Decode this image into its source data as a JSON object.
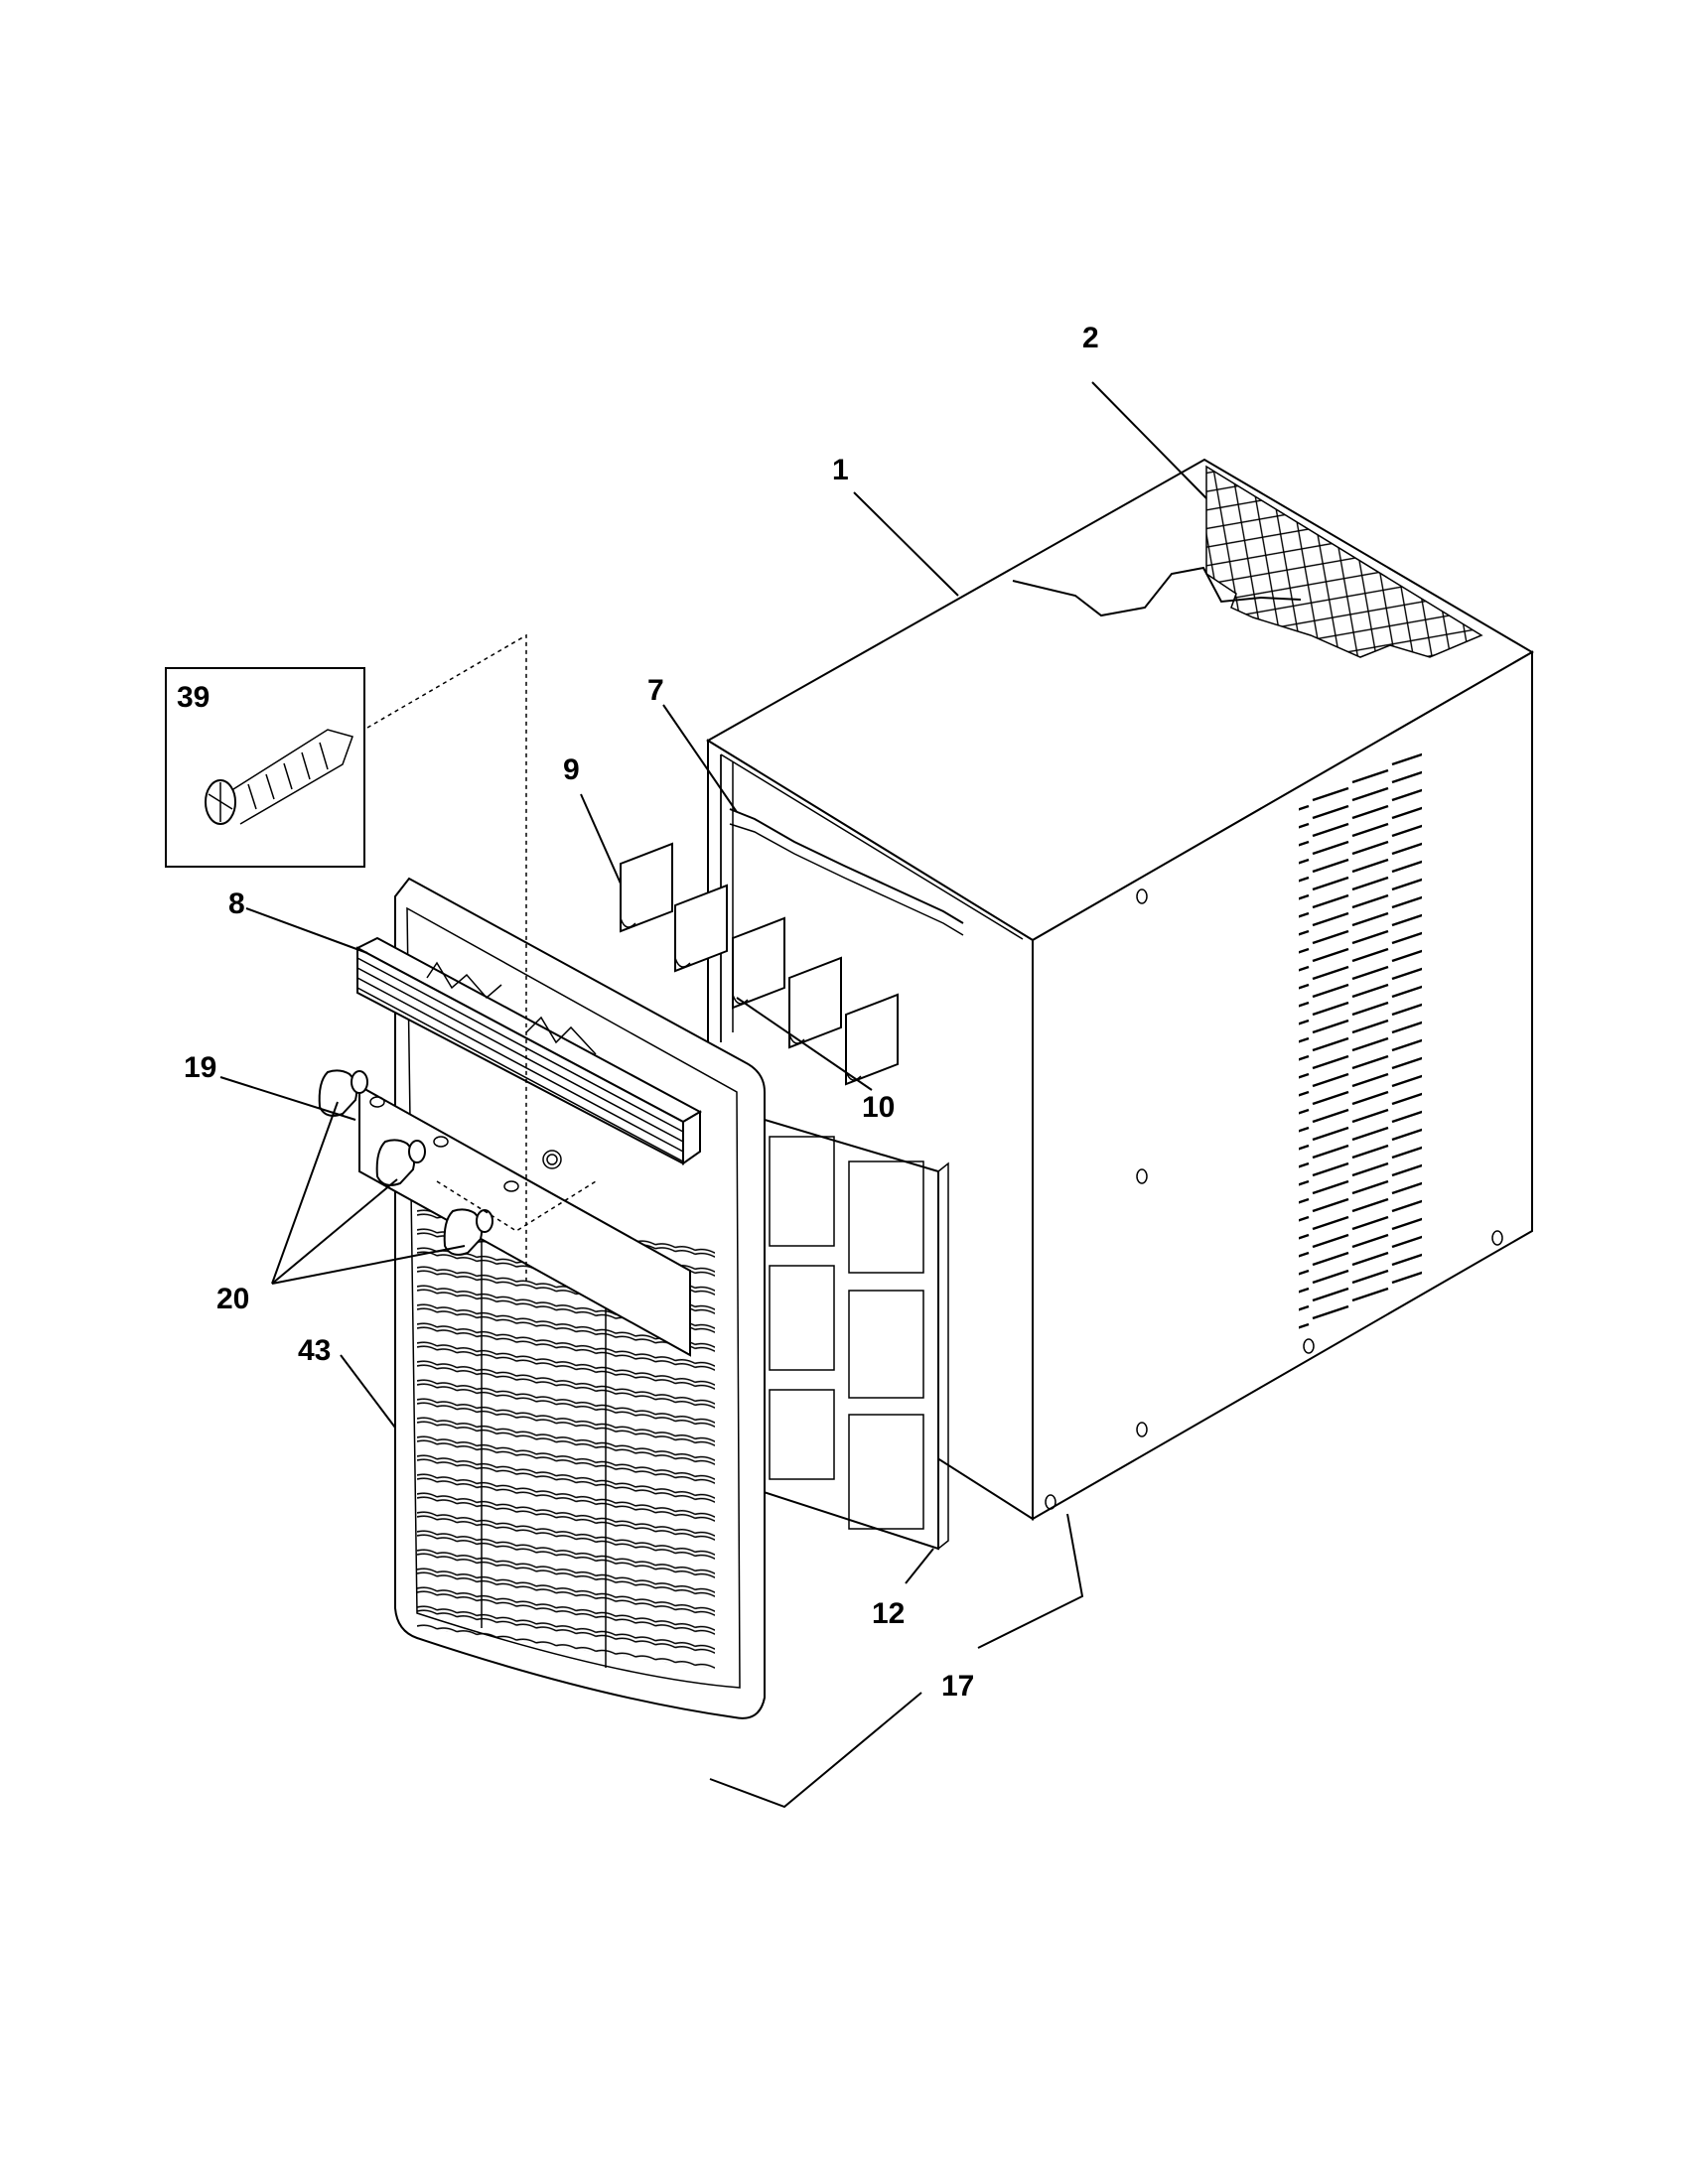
{
  "callouts": {
    "c1": "1",
    "c2": "2",
    "c7": "7",
    "c8": "8",
    "c9": "9",
    "c10": "10",
    "c12": "12",
    "c17": "17",
    "c19": "19",
    "c20": "20",
    "c39": "39",
    "c43": "43"
  }
}
